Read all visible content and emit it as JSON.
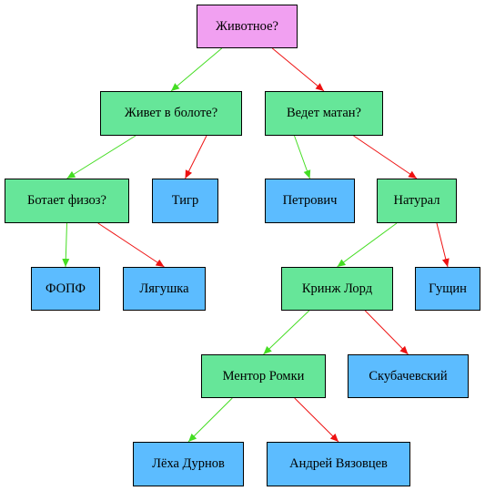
{
  "colors": {
    "root": "#f1a0f1",
    "question": "#66e699",
    "answer": "#5cbcff",
    "yes_edge": "#44dd22",
    "no_edge": "#ee1111"
  },
  "nodes": {
    "root": "Животное?",
    "swamp": "Живет в болоте?",
    "matan": "Ведет матан?",
    "fizos": "Ботает физоз?",
    "tiger": "Тигр",
    "petrovich": "Петрович",
    "natural": "Натурал",
    "fopf": "ФОПФ",
    "frog": "Лягушка",
    "cringe": "Кринж Лорд",
    "gushchin": "Гущин",
    "mentor": "Ментор Ромки",
    "skubachevsky": "Скубачевский",
    "lekha": "Лёха Дурнов",
    "andrey": "Андрей Вязовцев"
  },
  "edges": [
    {
      "from": "root",
      "to": "swamp",
      "kind": "yes"
    },
    {
      "from": "root",
      "to": "matan",
      "kind": "no"
    },
    {
      "from": "swamp",
      "to": "fizos",
      "kind": "yes"
    },
    {
      "from": "swamp",
      "to": "tiger",
      "kind": "no"
    },
    {
      "from": "matan",
      "to": "petrovich",
      "kind": "yes"
    },
    {
      "from": "matan",
      "to": "natural",
      "kind": "no"
    },
    {
      "from": "fizos",
      "to": "fopf",
      "kind": "yes"
    },
    {
      "from": "fizos",
      "to": "frog",
      "kind": "no"
    },
    {
      "from": "natural",
      "to": "cringe",
      "kind": "yes"
    },
    {
      "from": "natural",
      "to": "gushchin",
      "kind": "no"
    },
    {
      "from": "cringe",
      "to": "mentor",
      "kind": "yes"
    },
    {
      "from": "cringe",
      "to": "skubachevsky",
      "kind": "no"
    },
    {
      "from": "mentor",
      "to": "lekha",
      "kind": "yes"
    },
    {
      "from": "mentor",
      "to": "andrey",
      "kind": "no"
    }
  ]
}
